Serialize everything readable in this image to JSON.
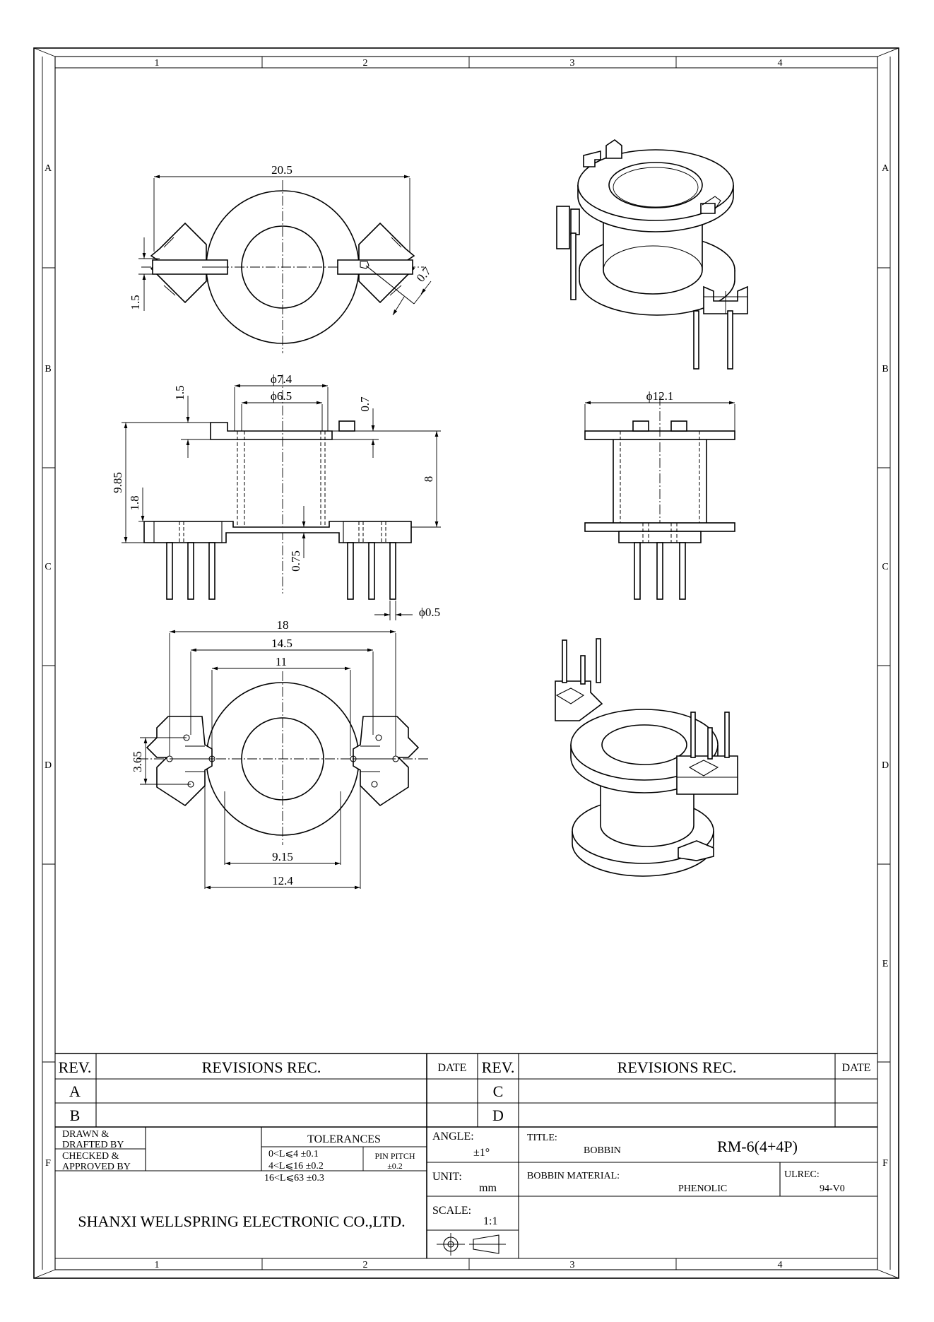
{
  "zones": {
    "columns": [
      "1",
      "2",
      "3",
      "4"
    ],
    "rows": [
      "A",
      "B",
      "C",
      "D",
      "E",
      "F"
    ]
  },
  "dimensions": {
    "top_width": "20.5",
    "top_offset": "1.5",
    "top_slot": "0.7",
    "front_od_outer": "ϕ7.4",
    "front_od_inner": "ϕ6.5",
    "front_flange_offset": "1.5",
    "front_flange_thk": "0.7",
    "front_total_height": "9.85",
    "front_base_height": "1.8",
    "front_winding_height": "8",
    "front_base_thk": "0.75",
    "pin_diameter": "ϕ0.5",
    "side_flange_diameter": "ϕ12.1",
    "bottom_pin_span": "18",
    "bottom_pad_span": "14.5",
    "bottom_inner_span": "11",
    "bottom_pin_pitch": "3.65",
    "bottom_core_width": "9.15",
    "bottom_outer_width": "12.4"
  },
  "title_block": {
    "rev_header": "REV.",
    "revisions_header": "REVISIONS REC.",
    "date_header": "DATE",
    "rev_rows_left": [
      "A",
      "B"
    ],
    "rev_rows_right": [
      "C",
      "D"
    ],
    "drawn_label_1": "DRAWN  &",
    "drawn_label_2": "DRAFTED BY",
    "checked_label_1": "CHECKED  &",
    "checked_label_2": "APPROVED BY",
    "tolerances_header": "TOLERANCES",
    "tolerances": [
      "0<L⩽4  ±0.1",
      "4<L⩽16 ±0.2",
      "16<L⩽63 ±0.3"
    ],
    "pin_pitch_label": "PIN PITCH",
    "pin_pitch_value": "±0.2",
    "angle_label": "ANGLE:",
    "angle_value": "±1°",
    "unit_label": "UNIT:",
    "unit_value": "mm",
    "scale_label": "SCALE:",
    "scale_value": "1:1",
    "title_label": "TITLE:",
    "title_value": "BOBBIN",
    "part_number": "RM-6(4+4P)",
    "material_label": "BOBBIN MATERIAL:",
    "material_value": "PHENOLIC",
    "ulrec_label": "ULREC:",
    "ulrec_value": "94-V0",
    "company": "SHANXI WELLSPRING ELECTRONIC CO.,LTD."
  }
}
